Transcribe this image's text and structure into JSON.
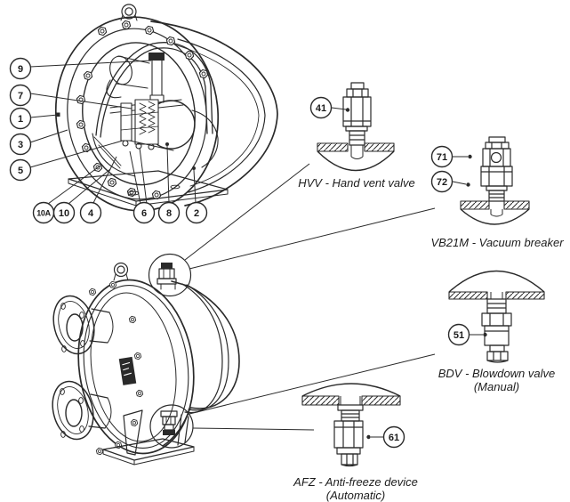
{
  "figure": {
    "background_color": "#ffffff",
    "line_color": "#2a2a2a"
  },
  "callouts": [
    {
      "id": "9",
      "label": "9"
    },
    {
      "id": "7",
      "label": "7"
    },
    {
      "id": "1",
      "label": "1"
    },
    {
      "id": "3",
      "label": "3"
    },
    {
      "id": "5",
      "label": "5"
    },
    {
      "id": "10A",
      "label": "10A"
    },
    {
      "id": "10",
      "label": "10"
    },
    {
      "id": "4",
      "label": "4"
    },
    {
      "id": "6",
      "label": "6"
    },
    {
      "id": "8",
      "label": "8"
    },
    {
      "id": "2",
      "label": "2"
    },
    {
      "id": "41",
      "label": "41"
    },
    {
      "id": "71",
      "label": "71"
    },
    {
      "id": "72",
      "label": "72"
    },
    {
      "id": "51",
      "label": "51"
    },
    {
      "id": "61",
      "label": "61"
    }
  ],
  "details": [
    {
      "code": "HVV",
      "label": "HVV - Hand vent valve"
    },
    {
      "code": "VB21M",
      "label": "VB21M - Vacuum breaker"
    },
    {
      "code": "BDV",
      "label": "BDV - Blowdown valve",
      "sublabel": "(Manual)"
    },
    {
      "code": "AFZ",
      "label": "AFZ - Anti-freeze device",
      "sublabel": "(Automatic)"
    }
  ]
}
